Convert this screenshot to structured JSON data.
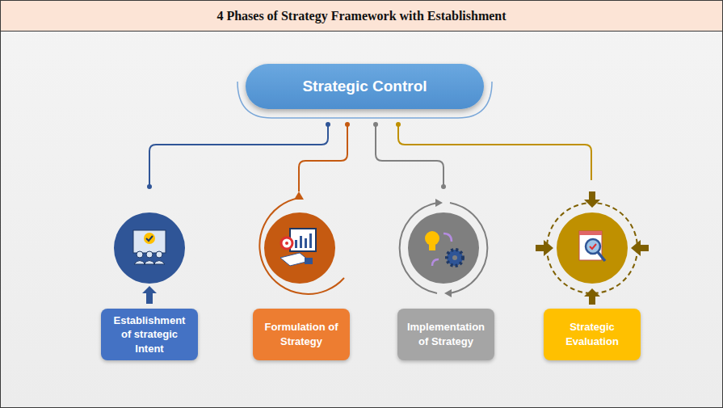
{
  "diagram": {
    "title": "4 Phases of Strategy Framework with Establishment",
    "nodes": [
      {
        "text": [
          "Strategic Control"
        ]
      },
      {
        "text": [
          "Establishment of strategic Intent"
        ]
      },
      {
        "text": [
          "Formulation of Strategy"
        ]
      },
      {
        "text": [
          "Implementation of Strategy"
        ]
      },
      {
        "text": [
          "Strategic Evaluation"
        ]
      }
    ]
  }
}
